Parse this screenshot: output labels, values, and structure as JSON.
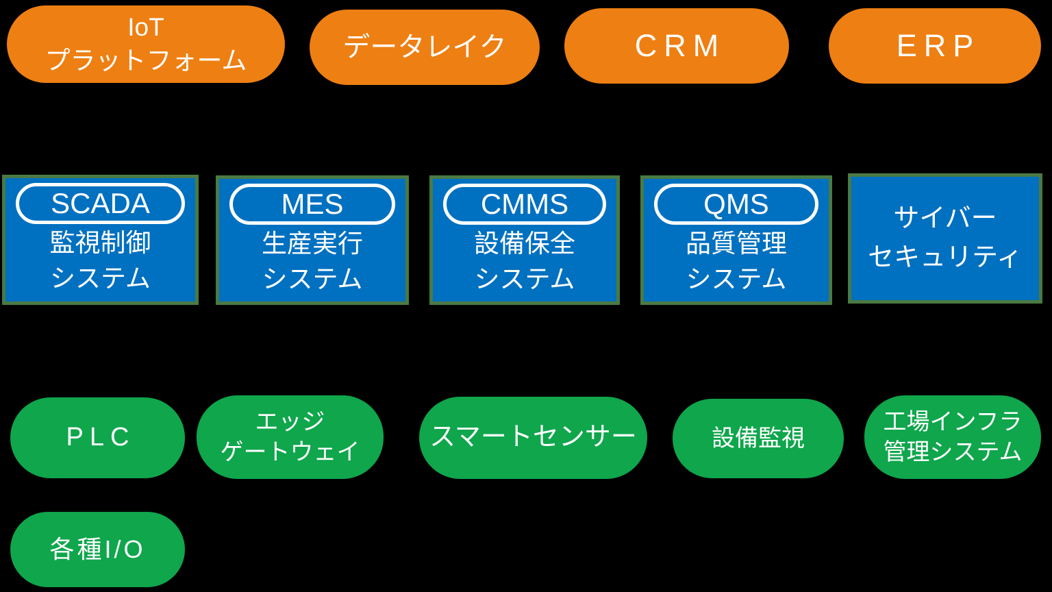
{
  "colors": {
    "bg": "#000000",
    "orange": "#EE7F12",
    "blue": "#0070C0",
    "blue_border": "#4A7A43",
    "green": "#0FA64C",
    "text": "#FFFFFF"
  },
  "top": {
    "iot": {
      "line1": "IoT",
      "line2": "プラットフォーム"
    },
    "datalake": {
      "label": "データレイク"
    },
    "crm": {
      "label": "CRM"
    },
    "erp": {
      "label": "ERP"
    }
  },
  "systems": {
    "scada": {
      "acronym": "SCADA",
      "line1": "監視制御",
      "line2": "システム"
    },
    "mes": {
      "acronym": "MES",
      "line1": "生産実行",
      "line2": "システム"
    },
    "cmms": {
      "acronym": "CMMS",
      "line1": "設備保全",
      "line2": "システム"
    },
    "qms": {
      "acronym": "QMS",
      "line1": "品質管理",
      "line2": "システム"
    },
    "cyber": {
      "line1": "サイバー",
      "line2": "セキュリティ"
    }
  },
  "field": {
    "plc": {
      "label": "PLC"
    },
    "edge": {
      "line1": "エッジ",
      "line2": "ゲートウェイ"
    },
    "smart": {
      "label": "スマートセンサー"
    },
    "monitor": {
      "label": "設備監視"
    },
    "infra": {
      "line1": "工場インフラ",
      "line2": "管理システム"
    },
    "io": {
      "label": "各種I/O"
    }
  }
}
